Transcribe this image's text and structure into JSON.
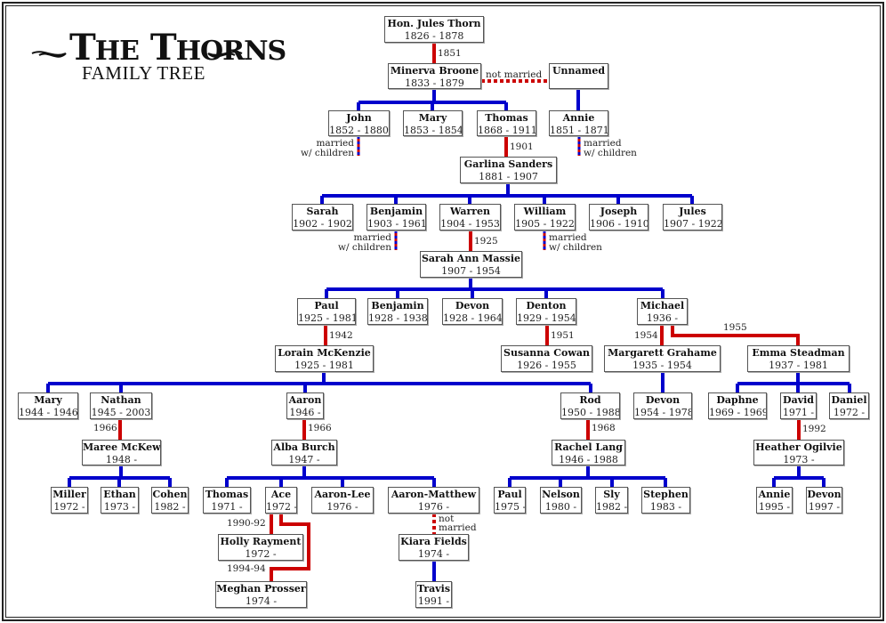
{
  "title": {
    "line1": "The Thorns",
    "line2": "FAMILY TREE"
  },
  "colors": {
    "marriage": "#cc0000",
    "children": "#0000cc"
  },
  "people": [
    {
      "id": "jules",
      "name": "Hon. Jules Thorn",
      "years": "1826 - 1878"
    },
    {
      "id": "minerva",
      "name": "Minerva Broone",
      "years": "1833 - 1879"
    },
    {
      "id": "unnamed",
      "name": "Unnamed",
      "years": ""
    },
    {
      "id": "john",
      "name": "John",
      "years": "1852 - 1880"
    },
    {
      "id": "mary1",
      "name": "Mary",
      "years": "1853 - 1854"
    },
    {
      "id": "thomas1",
      "name": "Thomas",
      "years": "1868 - 1911"
    },
    {
      "id": "annie1",
      "name": "Annie",
      "years": "1851 - 1871"
    },
    {
      "id": "garlina",
      "name": "Garlina Sanders",
      "years": "1881 - 1907"
    },
    {
      "id": "sarah",
      "name": "Sarah",
      "years": "1902 - 1902"
    },
    {
      "id": "benjamin1",
      "name": "Benjamin",
      "years": "1903 - 1961"
    },
    {
      "id": "warren",
      "name": "Warren",
      "years": "1904 - 1953"
    },
    {
      "id": "william",
      "name": "William",
      "years": "1905 - 1922"
    },
    {
      "id": "joseph",
      "name": "Joseph",
      "years": "1906 - 1910"
    },
    {
      "id": "jules2",
      "name": "Jules",
      "years": "1907 - 1922"
    },
    {
      "id": "sarahann",
      "name": "Sarah Ann Massie",
      "years": "1907 - 1954"
    },
    {
      "id": "paul1",
      "name": "Paul",
      "years": "1925 - 1981"
    },
    {
      "id": "benjamin2",
      "name": "Benjamin",
      "years": "1928 - 1938"
    },
    {
      "id": "devon1",
      "name": "Devon",
      "years": "1928 - 1964"
    },
    {
      "id": "denton",
      "name": "Denton",
      "years": "1929 - 1954"
    },
    {
      "id": "michael",
      "name": "Michael",
      "years": "1936 -"
    },
    {
      "id": "lorain",
      "name": "Lorain McKenzie",
      "years": "1925 - 1981"
    },
    {
      "id": "susanna",
      "name": "Susanna Cowan",
      "years": "1926 - 1955"
    },
    {
      "id": "margarett",
      "name": "Margarett Grahame",
      "years": "1935 - 1954"
    },
    {
      "id": "emma",
      "name": "Emma Steadman",
      "years": "1937 - 1981"
    },
    {
      "id": "mary2",
      "name": "Mary",
      "years": "1944 - 1946"
    },
    {
      "id": "nathan",
      "name": "Nathan",
      "years": "1945 - 2003"
    },
    {
      "id": "aaron",
      "name": "Aaron",
      "years": "1946 -"
    },
    {
      "id": "rod",
      "name": "Rod",
      "years": "1950 - 1988"
    },
    {
      "id": "devon2",
      "name": "Devon",
      "years": "1954 - 1978"
    },
    {
      "id": "daphne",
      "name": "Daphne",
      "years": "1969 - 1969"
    },
    {
      "id": "david",
      "name": "David",
      "years": "1971 -"
    },
    {
      "id": "daniel",
      "name": "Daniel",
      "years": "1972 -"
    },
    {
      "id": "maree",
      "name": "Maree McKew",
      "years": "1948 -"
    },
    {
      "id": "alba",
      "name": "Alba Burch",
      "years": "1947 -"
    },
    {
      "id": "rachel",
      "name": "Rachel Lang",
      "years": "1946 - 1988"
    },
    {
      "id": "heather",
      "name": "Heather Ogilvie",
      "years": "1973 -"
    },
    {
      "id": "miller",
      "name": "Miller",
      "years": "1972 -"
    },
    {
      "id": "ethan",
      "name": "Ethan",
      "years": "1973 -"
    },
    {
      "id": "cohen",
      "name": "Cohen",
      "years": "1982 -"
    },
    {
      "id": "thomas2",
      "name": "Thomas",
      "years": "1971 -"
    },
    {
      "id": "ace",
      "name": "Ace",
      "years": "1972 -"
    },
    {
      "id": "aaronlee",
      "name": "Aaron-Lee",
      "years": "1976 -"
    },
    {
      "id": "aaronmatthew",
      "name": "Aaron-Matthew",
      "years": "1976 -"
    },
    {
      "id": "paul2",
      "name": "Paul",
      "years": "1975 -"
    },
    {
      "id": "nelson",
      "name": "Nelson",
      "years": "1980 -"
    },
    {
      "id": "sly",
      "name": "Sly",
      "years": "1982 -"
    },
    {
      "id": "stephen",
      "name": "Stephen",
      "years": "1983 -"
    },
    {
      "id": "annie2",
      "name": "Annie",
      "years": "1995 -"
    },
    {
      "id": "devon3",
      "name": "Devon",
      "years": "1997 -"
    },
    {
      "id": "holly",
      "name": "Holly Rayment",
      "years": "1972 -"
    },
    {
      "id": "kiara",
      "name": "Kiara Fields",
      "years": "1974 -"
    },
    {
      "id": "meghan",
      "name": "Meghan Prosser",
      "years": "1974 -"
    },
    {
      "id": "travis",
      "name": "Travis",
      "years": "1991 -"
    }
  ],
  "labels": {
    "m1851": "1851",
    "not_married": "not married",
    "m1901": "1901",
    "married_children": "married\nw/ children",
    "m1925": "1925",
    "m1942": "1942",
    "m1951": "1951",
    "m1954": "1954",
    "m1955": "1955",
    "m1966a": "1966",
    "m1966b": "1966",
    "m1968": "1968",
    "m1992": "1992",
    "m1990_92": "1990-92",
    "m1994_94": "1994-94",
    "not_married_2": "not\nmarried"
  }
}
